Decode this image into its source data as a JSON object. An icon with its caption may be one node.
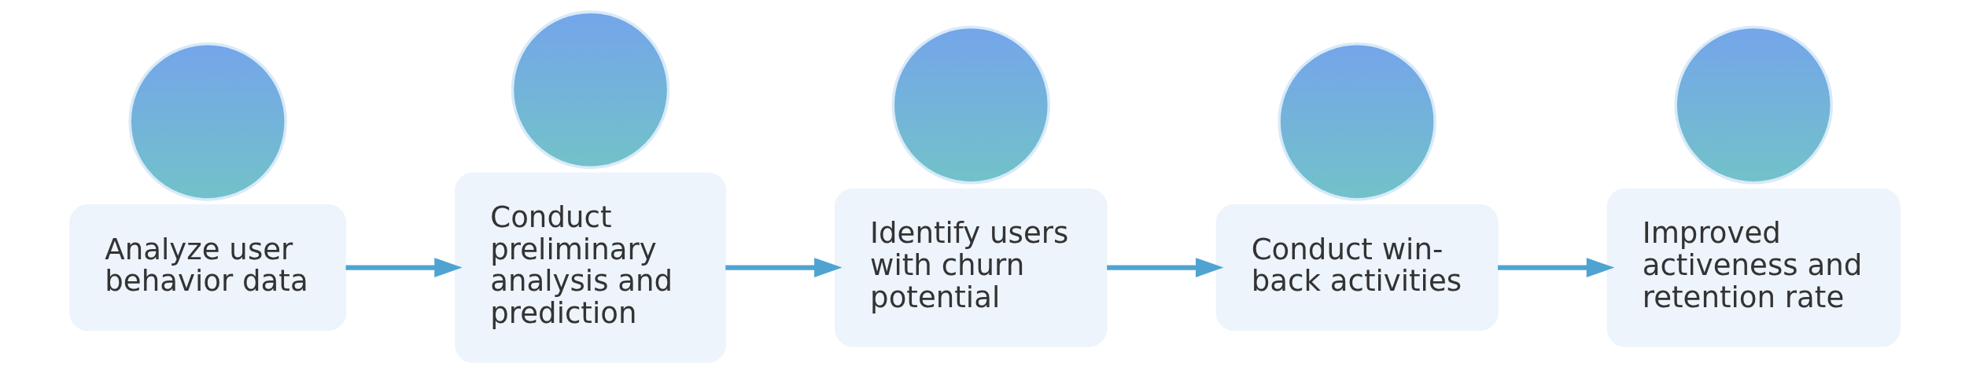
{
  "diagram": {
    "nodes": [
      {
        "text": [],
        "shape": "circle"
      },
      {
        "text": [
          "Analyze user behavior data"
        ]
      },
      {
        "text": [],
        "shape": "circle"
      },
      {
        "text": [
          "Conduct preliminary analysis and prediction"
        ]
      },
      {
        "text": [],
        "shape": "circle"
      },
      {
        "text": [
          "Identify users with churn potential"
        ]
      },
      {
        "text": [],
        "shape": "circle"
      },
      {
        "text": [
          "Conduct win-back activities"
        ]
      },
      {
        "text": [],
        "shape": "circle"
      },
      {
        "text": [
          "Improved activeness and retention rate"
        ]
      }
    ],
    "edges": [
      {
        "from": 1,
        "to": 3,
        "arrow": "to"
      },
      {
        "from": 3,
        "to": 5,
        "arrow": "to"
      },
      {
        "from": 5,
        "to": 7,
        "arrow": "to"
      },
      {
        "from": 7,
        "to": 9,
        "arrow": "to"
      }
    ]
  }
}
